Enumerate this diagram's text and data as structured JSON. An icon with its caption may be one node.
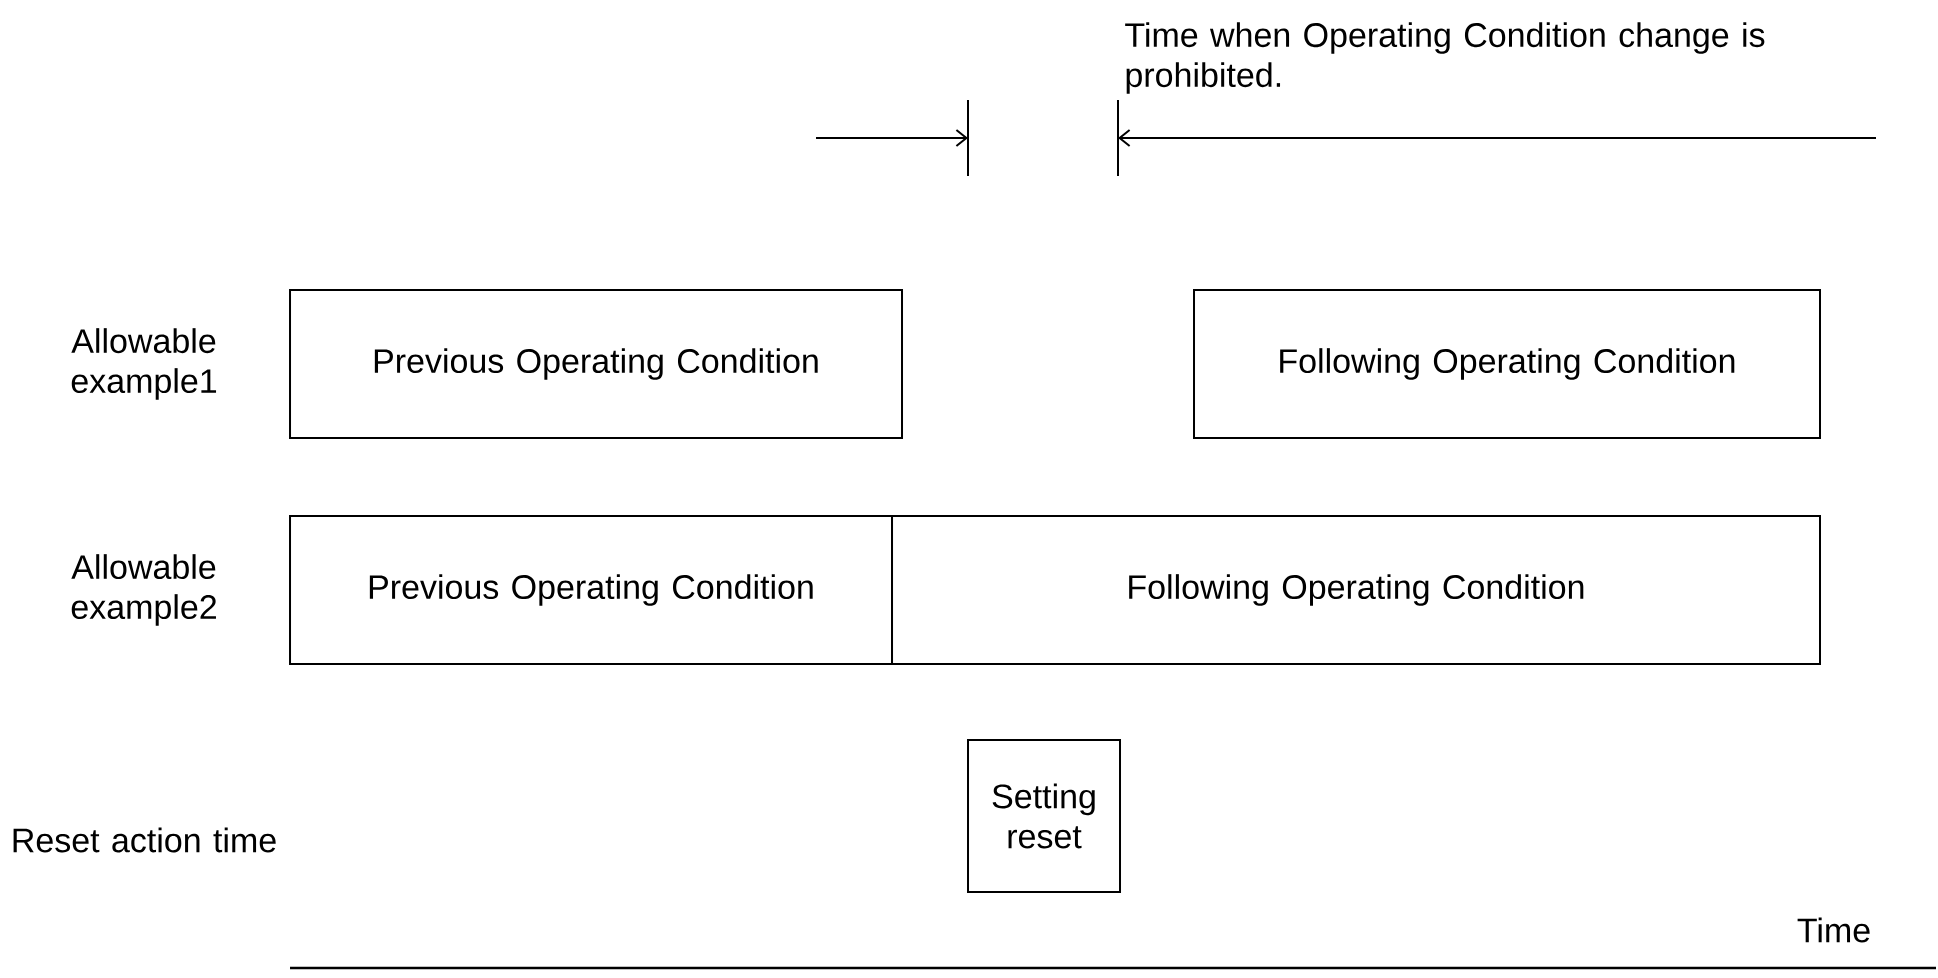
{
  "diagram": {
    "nodes": [
      {
        "text": [
          "Previous Operating Condition"
        ]
      },
      {
        "text": [
          "Following Operating Condition"
        ]
      },
      {
        "text": [
          "Previous Operating Condition"
        ]
      },
      {
        "text": [
          "Following Operating Condition"
        ]
      },
      {
        "text": [
          "Setting reset"
        ]
      }
    ],
    "labels": [
      "Time when Operating Condition change is prohibited.",
      "Allowable example1",
      "Allowable example2",
      "Reset action time",
      "Time"
    ]
  }
}
